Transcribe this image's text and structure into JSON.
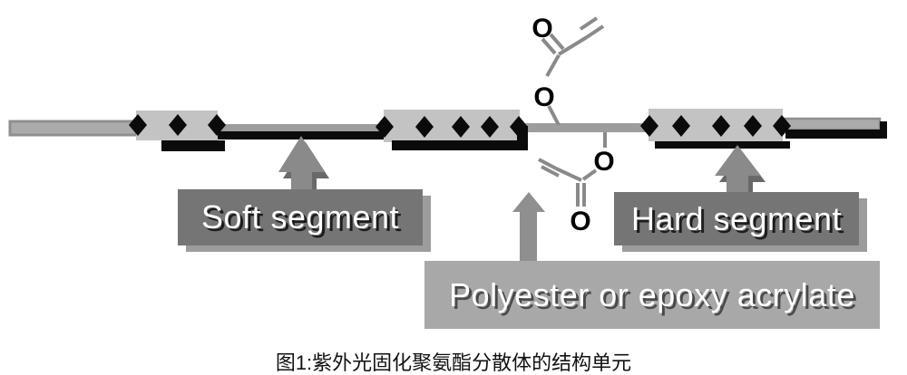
{
  "figure": {
    "type": "polymer-structure-diagram",
    "caption": "图1:紫外光固化聚氨酯分散体的结构单元",
    "callouts": {
      "soft_segment": "Soft segment",
      "hard_segment": "Hard segment",
      "polyester": "Polyester or epoxy acrylate"
    },
    "atom_labels": {
      "top_carbonyl_O": "O",
      "top_ester_O": "O",
      "bottom_ester_O": "O",
      "bottom_carbonyl_O": "O"
    },
    "colors": {
      "background": "#ffffff",
      "chain_gray": "#8f8f8f",
      "chain_light": "#ababab",
      "chain_mid": "#9d9d9d",
      "block_fill": "#c3c3c3",
      "ink_black": "#0b0b0b",
      "box_dark": "#757575",
      "box_dark_shadow": "#9c9c9c",
      "box_light": "#a8a8a8",
      "arrow_gray": "#8a8a8a",
      "arrow_dark": "#696969",
      "arrow_light": "#8f8f8f",
      "bond_gray": "#8a8a8a",
      "text_white": "#ffffff",
      "text_shadow": "#1d1d1d",
      "caption_color": "#111111"
    }
  }
}
